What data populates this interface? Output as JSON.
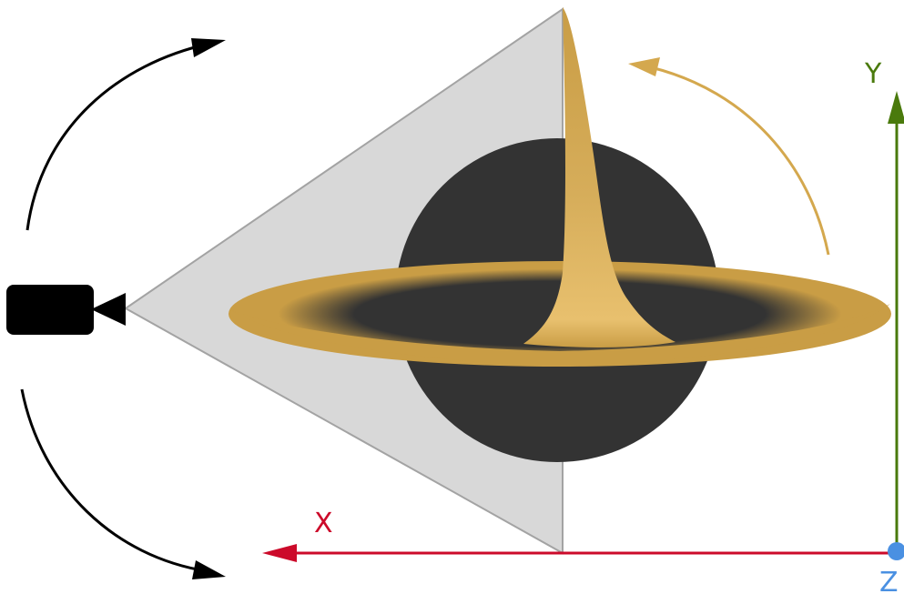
{
  "axes": {
    "x": {
      "label": "X",
      "color": "#cc0a2a"
    },
    "y": {
      "label": "Y",
      "color": "#4a7a0c"
    },
    "z": {
      "label": "Z",
      "color": "#4a90e2"
    }
  },
  "colors": {
    "frustum_fill": "#d8d8d8",
    "frustum_stroke": "#a3a3a3",
    "sphere": "#333333",
    "disk_gold": "#c99d45",
    "disk_light": "#e8c06e",
    "camera": "#000000",
    "camera_arc": "#000000",
    "rotation_arrow": "#d4a84e"
  },
  "icons": {
    "camera": "video-camera-icon",
    "sphere": "black-hole-sphere",
    "disk": "accretion-disk"
  }
}
